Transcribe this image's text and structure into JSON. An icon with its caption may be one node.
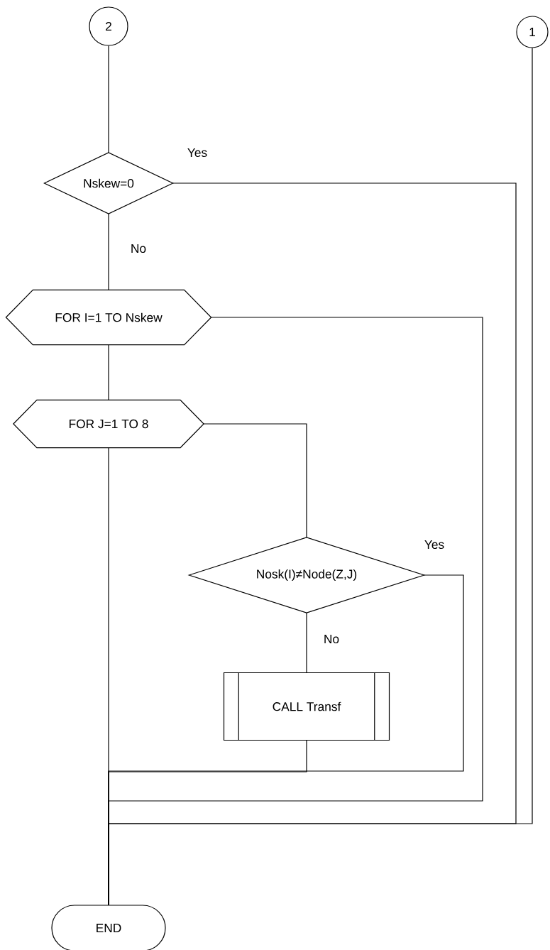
{
  "diagram": {
    "nodes": [
      {
        "text": [
          "2"
        ]
      },
      {
        "text": [
          "1"
        ]
      },
      {
        "text": [
          "Nskew=0"
        ]
      },
      {
        "text": [
          "FOR I=1 TO Nskew"
        ]
      },
      {
        "text": [
          "FOR J=1 TO 8"
        ]
      },
      {
        "text": [
          "Nosk(I)≠Node(Z,J)"
        ]
      },
      {
        "text": [
          "CALL Transf"
        ]
      },
      {
        "text": [
          "END"
        ]
      }
    ],
    "edges": [
      {
        "from": 0,
        "to": 2,
        "arrow": "none"
      },
      {
        "from": 2,
        "to": 3,
        "arrow": "none",
        "label": "No"
      },
      {
        "from": 2,
        "to": 7,
        "arrow": "none",
        "label": "Yes"
      },
      {
        "from": 3,
        "to": 4,
        "arrow": "none"
      },
      {
        "from": 3,
        "to": 7,
        "arrow": "none"
      },
      {
        "from": 4,
        "to": 5,
        "arrow": "none"
      },
      {
        "from": 4,
        "to": 7,
        "arrow": "none"
      },
      {
        "from": 5,
        "to": 6,
        "arrow": "none",
        "label": "No"
      },
      {
        "from": 5,
        "to": 7,
        "arrow": "none",
        "label": "Yes"
      },
      {
        "from": 6,
        "to": 7,
        "arrow": "none"
      },
      {
        "from": 1,
        "to": 7,
        "arrow": "none"
      }
    ]
  }
}
